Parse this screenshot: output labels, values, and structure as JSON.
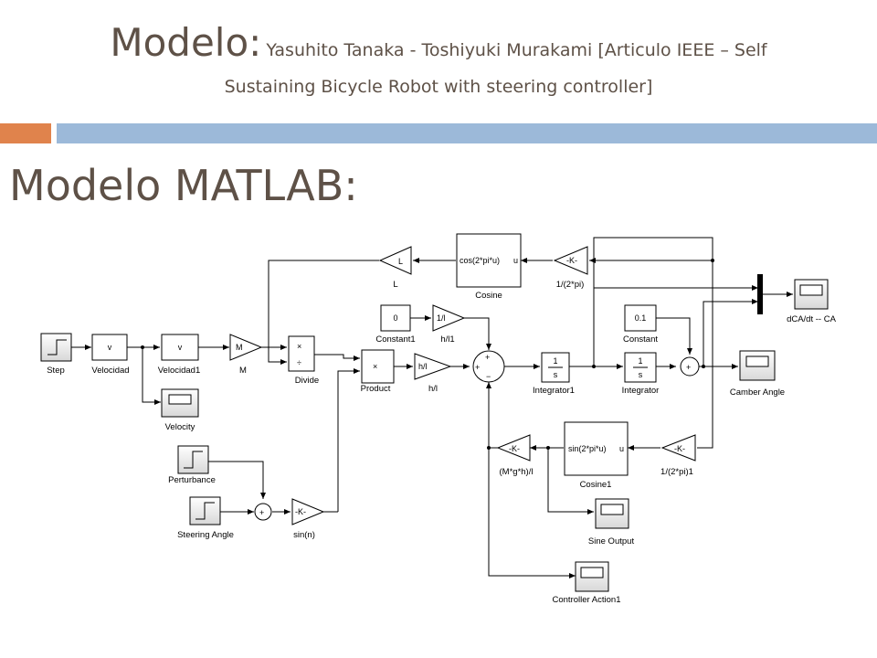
{
  "slide": {
    "title_main": "Modelo:",
    "title_sub_line1": "Yasuhito Tanaka - Toshiyuki Murakami [Articulo IEEE – Self",
    "title_sub_line2": "Sustaining Bicycle Robot with steering controller]",
    "subtitle": "Modelo MATLAB:",
    "colors": {
      "text": "#5e5147",
      "accent_orange": "#e0834c",
      "accent_blue": "#9cb9d9"
    }
  },
  "blocks": {
    "step": "Step",
    "velocidad": "Velocidad",
    "velocidad_in": "v",
    "velocidad1": "Velocidad1",
    "velocidad1_in": "v",
    "m_gain": "M",
    "m_gain_in": "M",
    "velocity": "Velocity",
    "perturbance": "Perturbance",
    "steering_angle": "Steering Angle",
    "sin_n": "sin(n)",
    "sin_n_in": "-K-",
    "divide": "Divide",
    "product": "Product",
    "l_gain": "L",
    "l_gain_in": "L",
    "cosine": "Cosine",
    "cosine_expr": "cos(2*pi*u)",
    "cosine_port": "u",
    "k_2pi": "1/(2*pi)",
    "k_2pi_in": "-K-",
    "constant1": "Constant1",
    "constant1_val": "0",
    "h_l1": "h/l1",
    "h_l1_in": "1/l",
    "h_l": "h/l",
    "h_l_in": "h/l",
    "integrator1": "Integrator1",
    "integrator": "Integrator",
    "integrator_num": "1",
    "integrator_den": "s",
    "constant": "Constant",
    "constant_val": "0.1",
    "camber_angle": "Camber Angle",
    "dca_dt": "dCA/dt -- CA",
    "mgh_l": "(M*g*h)/l",
    "mgh_l_in": "-K-",
    "cosine1": "Cosine1",
    "cosine1_expr": "sin(2*pi*u)",
    "cosine1_port": "u",
    "k_2pi1": "1/(2*pi)1",
    "k_2pi1_in": "-K-",
    "sine_output": "Sine Output",
    "controller_action": "Controller Action1"
  }
}
